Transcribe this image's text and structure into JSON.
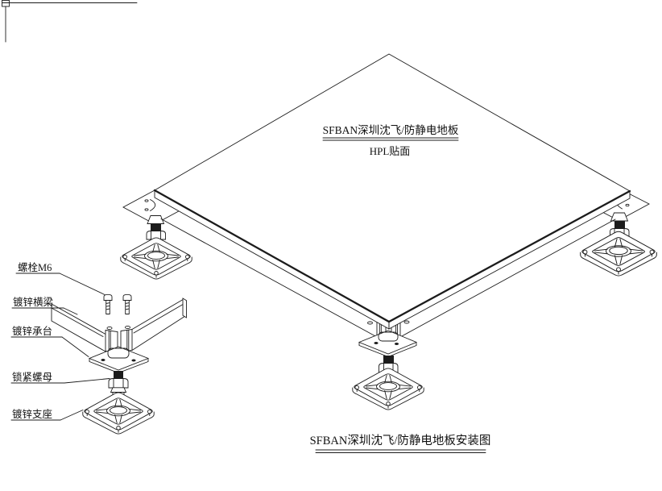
{
  "drawing": {
    "panel": {
      "label_line1": "SFBAN深圳沈飞/防静电地板",
      "label_line2": "HPL贴面"
    },
    "caption": "SFBAN深圳沈飞/防静电地板安装图",
    "part_labels": [
      {
        "text": "螺栓M6"
      },
      {
        "text": "镀锌横梁"
      },
      {
        "text": "镀锌承台"
      },
      {
        "text": "锁紧螺母"
      },
      {
        "text": "镀锌支座"
      }
    ],
    "colors": {
      "line": "#1c1c1c",
      "background": "#ffffff"
    }
  }
}
